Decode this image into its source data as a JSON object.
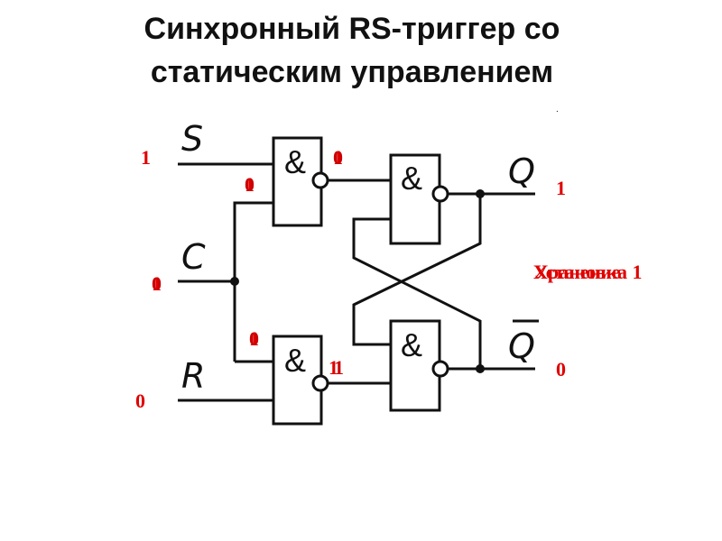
{
  "title": {
    "line1": "Синхронный RS-триггер со",
    "line2": "статическим управлением"
  },
  "inputs": {
    "s": "S",
    "c": "C",
    "r": "R"
  },
  "outputs": {
    "q": "Q",
    "q_bar": "Q"
  },
  "gate_symbol": "&",
  "signal_values": {
    "s_input": "1",
    "c_input_a": "1",
    "c_input_b": "0",
    "r_input": "0",
    "gate1_c_in_a": "1",
    "gate1_c_in_b": "0",
    "gate2_c_in_a": "1",
    "gate2_c_in_b": "0",
    "gate1_out_a": "1",
    "gate1_out_b": "0",
    "gate2_out_a": "1",
    "gate2_out_b": "1",
    "q_value": "1",
    "q_bar_value": "0"
  },
  "mode_labels": [
    "Хранение",
    "Установка 1"
  ],
  "marker": "."
}
